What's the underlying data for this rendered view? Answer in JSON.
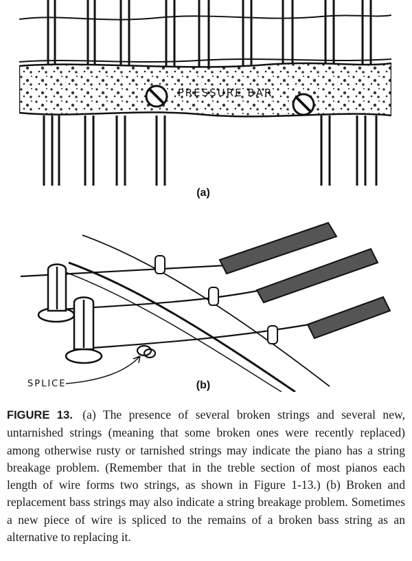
{
  "figure_a": {
    "panel_label": "(a)",
    "callout": "PRESSURE BAR"
  },
  "figure_b": {
    "panel_label": "(b)",
    "callout": "SPLICE"
  },
  "caption": {
    "figure_number": "FIGURE 13.",
    "text": "(a) The presence of several broken strings and several new, untarnished strings (meaning that some broken ones were recently replaced) among otherwise rusty or tarnished strings may indicate the piano has a string breakage problem. (Remember that in the treble section of most pianos each length of wire forms two strings, as shown in Figure 1-13.) (b) Broken and replacement bass strings may also indicate a string breakage problem. Sometimes a new piece of wire is spliced to the remains of a broken bass string as an alternative to replacing it."
  }
}
